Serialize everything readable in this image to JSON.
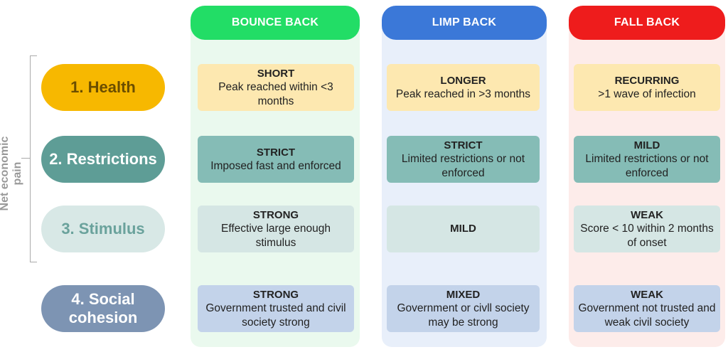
{
  "axis_label": "Net economic pain",
  "columns": [
    {
      "title": "BOUNCE BACK",
      "color": "#22dd66",
      "bg": "#eaf9ee"
    },
    {
      "title": "LIMP BACK",
      "color": "#3b78d8",
      "bg": "#e8effa"
    },
    {
      "title": "FALL BACK",
      "color": "#ee1c1c",
      "bg": "#fdecea"
    }
  ],
  "rows": [
    {
      "label": "1. Health",
      "color": "#f7b800",
      "text_color": "#6b4e00",
      "cell_color": "#fde8b0"
    },
    {
      "label": "2. Restrictions",
      "color": "#5e9d96",
      "text_color": "#ffffff",
      "cell_color": "#85bcb6"
    },
    {
      "label": "3. Stimulus",
      "color": "#d8e8e6",
      "text_color": "#6aa29c",
      "cell_color": "#d5e6e4"
    },
    {
      "label": "4. Social cohesion",
      "color": "#7d94b3",
      "text_color": "#ffffff",
      "cell_color": "#c3d3ea"
    }
  ],
  "cells": [
    [
      {
        "title": "SHORT",
        "desc": "Peak reached within <3 months"
      },
      {
        "title": "LONGER",
        "desc": "Peak reached in >3 months"
      },
      {
        "title": "RECURRING",
        "desc": ">1 wave of infection"
      }
    ],
    [
      {
        "title": "STRICT",
        "desc": "Imposed fast and enforced"
      },
      {
        "title": "STRICT",
        "desc": "Limited restrictions or not enforced"
      },
      {
        "title": "MILD",
        "desc": "Limited restrictions or not enforced"
      }
    ],
    [
      {
        "title": "STRONG",
        "desc": "Effective large enough stimulus"
      },
      {
        "title": "MILD",
        "desc": ""
      },
      {
        "title": "WEAK",
        "desc": "Score < 10 within 2 months of onset"
      }
    ],
    [
      {
        "title": "STRONG",
        "desc": "Government trusted and civil society strong"
      },
      {
        "title": "MIXED",
        "desc": "Government or civll society may be strong"
      },
      {
        "title": "WEAK",
        "desc": "Government not trusted and weak civil society"
      }
    ]
  ]
}
